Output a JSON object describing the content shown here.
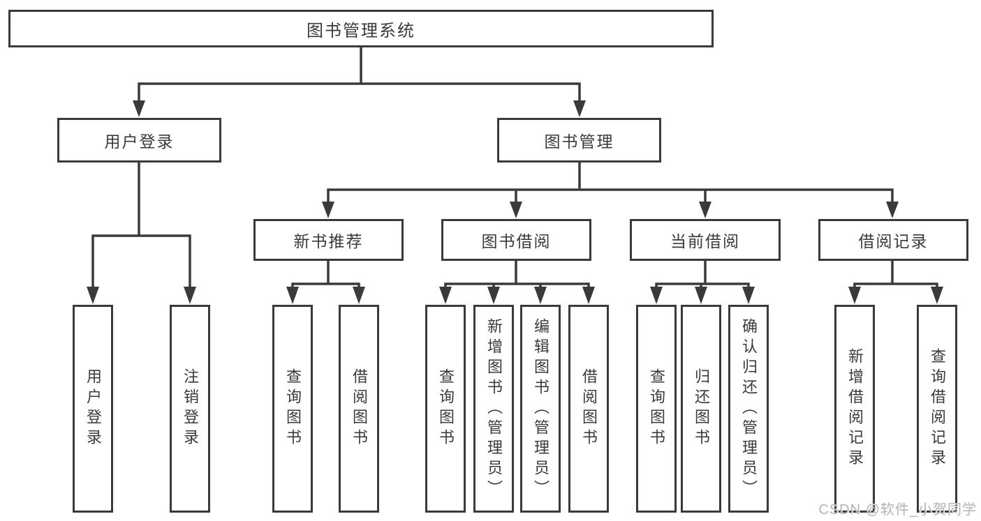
{
  "diagram": {
    "type": "functional-structure-tree",
    "tree": {
      "root": {
        "label": "图书管理系统"
      },
      "branches": [
        {
          "label": "用户登录",
          "children": [
            {
              "label": "用户登录"
            },
            {
              "label": "注销登录"
            }
          ]
        },
        {
          "label": "图书管理",
          "children": [
            {
              "label": "新书推荐",
              "children": [
                {
                  "label": "查询图书"
                },
                {
                  "label": "借阅图书"
                }
              ]
            },
            {
              "label": "图书借阅",
              "children": [
                {
                  "label": "查询图书"
                },
                {
                  "label": "新增图书（管理员）"
                },
                {
                  "label": "编辑图书（管理员）"
                },
                {
                  "label": "借阅图书"
                }
              ]
            },
            {
              "label": "当前借阅",
              "children": [
                {
                  "label": "查询图书"
                },
                {
                  "label": "归还图书"
                },
                {
                  "label": "确认归还（管理员）"
                }
              ]
            },
            {
              "label": "借阅记录",
              "children": [
                {
                  "label": "新增借阅记录"
                },
                {
                  "label": "查询借阅记录"
                }
              ]
            }
          ]
        }
      ]
    },
    "colors": {
      "line": "#3a3a3a",
      "text": "#3a3a3a",
      "background": "#ffffff",
      "watermark": "#b4b4b4"
    }
  },
  "watermark": {
    "text": "CSDN @软件_小贺同学"
  }
}
